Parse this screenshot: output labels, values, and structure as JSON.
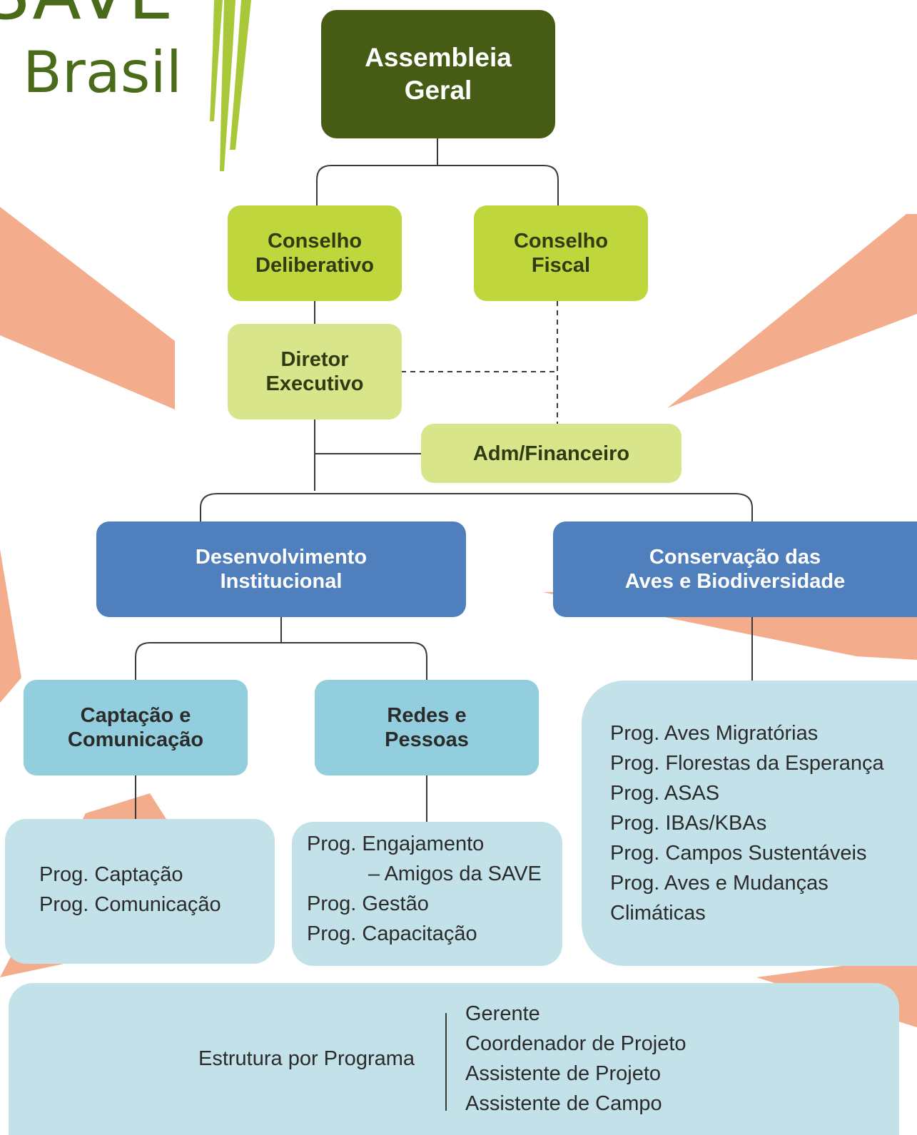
{
  "logo": {
    "line1": "SAVE",
    "line2": "Brasil"
  },
  "colors": {
    "dark_green": "#465c14",
    "lime": "#bfd63d",
    "pale_lime": "#d8e58b",
    "blue": "#4f7fbd",
    "cyan": "#93cede",
    "panel": "#c3e1e9",
    "salmon": "#f4ad8c"
  },
  "nodes": {
    "assembleia": {
      "lines": [
        "Assembleia",
        "Geral"
      ]
    },
    "deliberativo": {
      "lines": [
        "Conselho",
        "Deliberativo"
      ]
    },
    "fiscal": {
      "lines": [
        "Conselho",
        "Fiscal"
      ]
    },
    "diretor": {
      "lines": [
        "Diretor",
        "Executivo"
      ]
    },
    "adm": {
      "label": "Adm/Financeiro"
    },
    "desenvolvimento": {
      "lines": [
        "Desenvolvimento",
        "Institucional"
      ]
    },
    "conservacao": {
      "lines": [
        "Conservação das",
        "Aves e Biodiversidade"
      ]
    },
    "captacao": {
      "lines": [
        "Captação e",
        "Comunicação"
      ]
    },
    "redes": {
      "lines": [
        "Redes e",
        "Pessoas"
      ]
    }
  },
  "programs": {
    "captacao": [
      "Prog. Captação",
      "Prog. Comunicação"
    ],
    "redes": [
      "Prog. Engajamento",
      "– Amigos da SAVE",
      "Prog. Gestão",
      "Prog. Capacitação"
    ],
    "conservacao": [
      "Prog. Aves Migratórias",
      "Prog. Florestas da Esperança",
      "Prog. ASAS",
      "Prog. IBAs/KBAs",
      "Prog. Campos Sustentáveis",
      "Prog. Aves e Mudanças",
      "Climáticas"
    ]
  },
  "estrutura": {
    "label": "Estrutura por Programa",
    "roles": [
      "Gerente",
      "Coordenador de Projeto",
      "Assistente de Projeto",
      "Assistente de Campo"
    ]
  }
}
